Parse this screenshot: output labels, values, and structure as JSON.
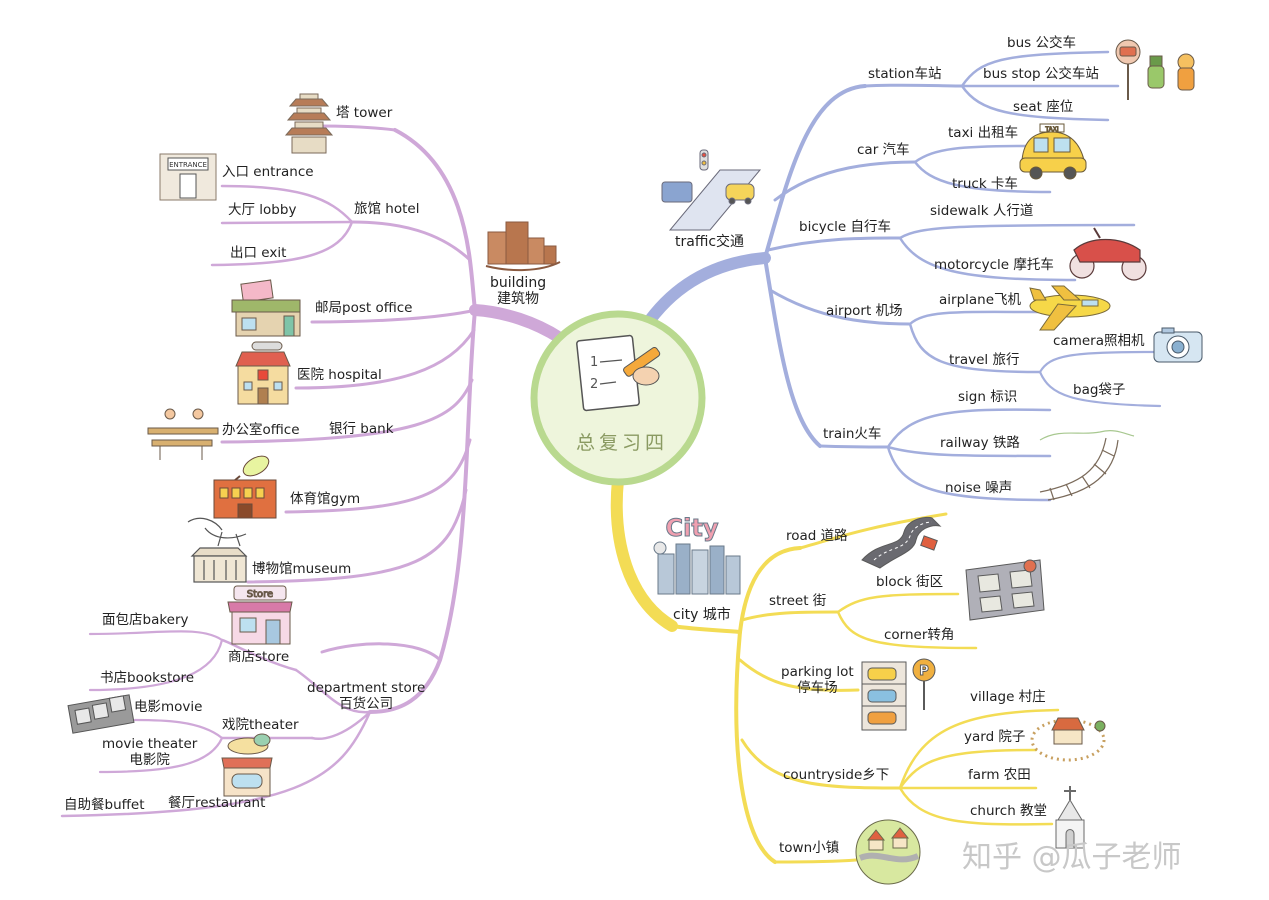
{
  "center": {
    "title": "总复习四"
  },
  "colors": {
    "building": "#cfa8d8",
    "traffic": "#a3aedd",
    "city": "#f3dc55",
    "center_ring": "#b9d98f",
    "center_fill": "#eef5dc"
  },
  "building": {
    "label": "building\n建筑物",
    "items": {
      "tower": "塔 tower",
      "entrance": "入口 entrance",
      "lobby": "大厅 lobby",
      "hotel": "旅馆 hotel",
      "exit": "出口 exit",
      "post_office": "邮局post office",
      "hospital": "医院 hospital",
      "office": "办公室office",
      "bank": "银行 bank",
      "gym": "体育馆gym",
      "museum": "博物馆museum",
      "bakery": "面包店bakery",
      "store": "商店store",
      "bookstore": "书店bookstore",
      "department_store": "department store\n百货公司",
      "movie": "电影movie",
      "theater": "戏院theater",
      "movie_theater": "movie theater\n电影院",
      "buffet": "自助餐buffet",
      "restaurant": "餐厅restaurant"
    },
    "sign_text": {
      "entrance": "ENTRANCE",
      "store": "Store"
    }
  },
  "traffic": {
    "label": "traffic交通",
    "items": {
      "station": "station车站",
      "bus": "bus 公交车",
      "bus_stop": "bus stop 公交车站",
      "seat": "seat 座位",
      "car": "car 汽车",
      "taxi": "taxi 出租车",
      "truck": "truck 卡车",
      "bicycle": "bicycle 自行车",
      "sidewalk": "sidewalk 人行道",
      "motorcycle": "motorcycle 摩托车",
      "airport": "airport 机场",
      "airplane": "airplane飞机",
      "travel": "travel 旅行",
      "camera": "camera照相机",
      "bag": "bag袋子",
      "train": "train火车",
      "sign": "sign 标识",
      "railway": "railway 铁路",
      "noise": "noise 噪声"
    },
    "sign_text": {
      "taxi": "TAXI"
    }
  },
  "city": {
    "label": "city 城市",
    "logo_text": "City",
    "items": {
      "road": "road 道路",
      "street": "street 街",
      "block": "block 街区",
      "corner": "corner转角",
      "parking_lot": "parking lot\n停车场",
      "countryside": "countryside乡下",
      "village": "village 村庄",
      "yard": "yard 院子",
      "farm": "farm 农田",
      "church": "church 教堂",
      "town": "town小镇"
    }
  },
  "watermark": "知乎 @瓜子老师"
}
